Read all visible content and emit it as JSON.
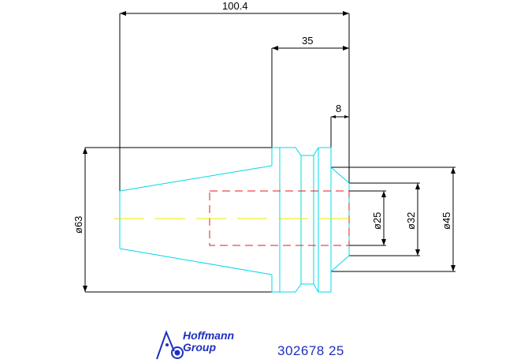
{
  "dimensions": {
    "overall_length": "100.4",
    "taper_length": "35",
    "step_length": "8",
    "dia_bore": "ø25",
    "dia_collar": "ø32",
    "dia_shank": "ø45",
    "dia_flange": "ø63"
  },
  "branding": {
    "company_line1": "Hoffmann",
    "company_line2": "Group",
    "part_number": "302678 25"
  },
  "colors": {
    "outline": "#00d8e8",
    "hidden_bore": "#e8181c",
    "centerline": "#e8e800",
    "dimension": "#000000",
    "brand": "#1f2fbf"
  }
}
